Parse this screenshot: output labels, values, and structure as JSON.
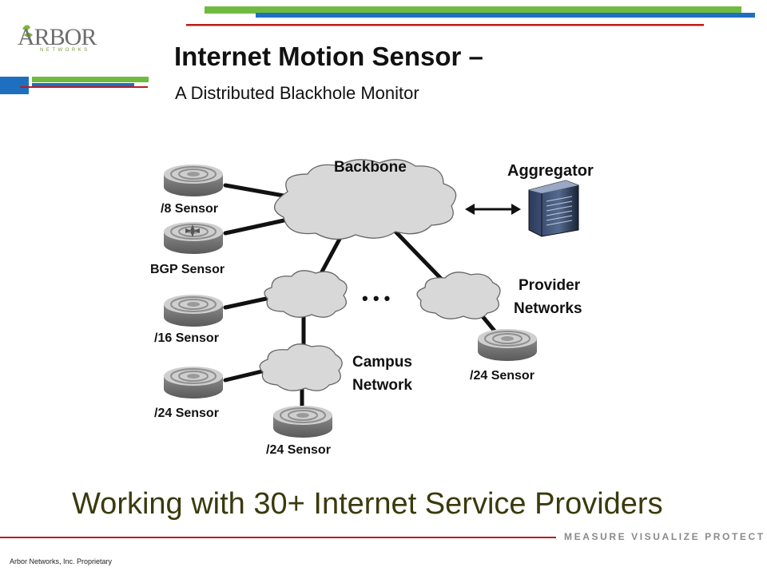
{
  "logo": {
    "word": "ARBOR",
    "sub": "NETWORKS",
    "leaf_color": "#7bb63e",
    "text_color": "#6e6e6e"
  },
  "title": "Internet Motion Sensor –",
  "subtitle": "A Distributed Blackhole Monitor",
  "diagram": {
    "labels": {
      "backbone": "Backbone",
      "aggregator": "Aggregator",
      "sensor_8": "/8 Sensor",
      "bgp_sensor": "BGP Sensor",
      "sensor_16": "/16 Sensor",
      "sensor_24_left": "/24 Sensor",
      "sensor_24_campus": "/24 Sensor",
      "sensor_24_provider": "/24 Sensor",
      "campus_line1": "Campus",
      "campus_line2": "Network",
      "provider_line1": "Provider",
      "provider_line2": "Networks",
      "ellipsis": "• • •"
    }
  },
  "bottom_line": "Working with 30+ Internet Service Providers",
  "tagline": "MEASURE VISUALIZE PROTECT",
  "footer": "Arbor Networks, Inc. Proprietary",
  "colors": {
    "green": "#70bb3f",
    "blue": "#1f6fc1",
    "red": "#c01a1a"
  }
}
